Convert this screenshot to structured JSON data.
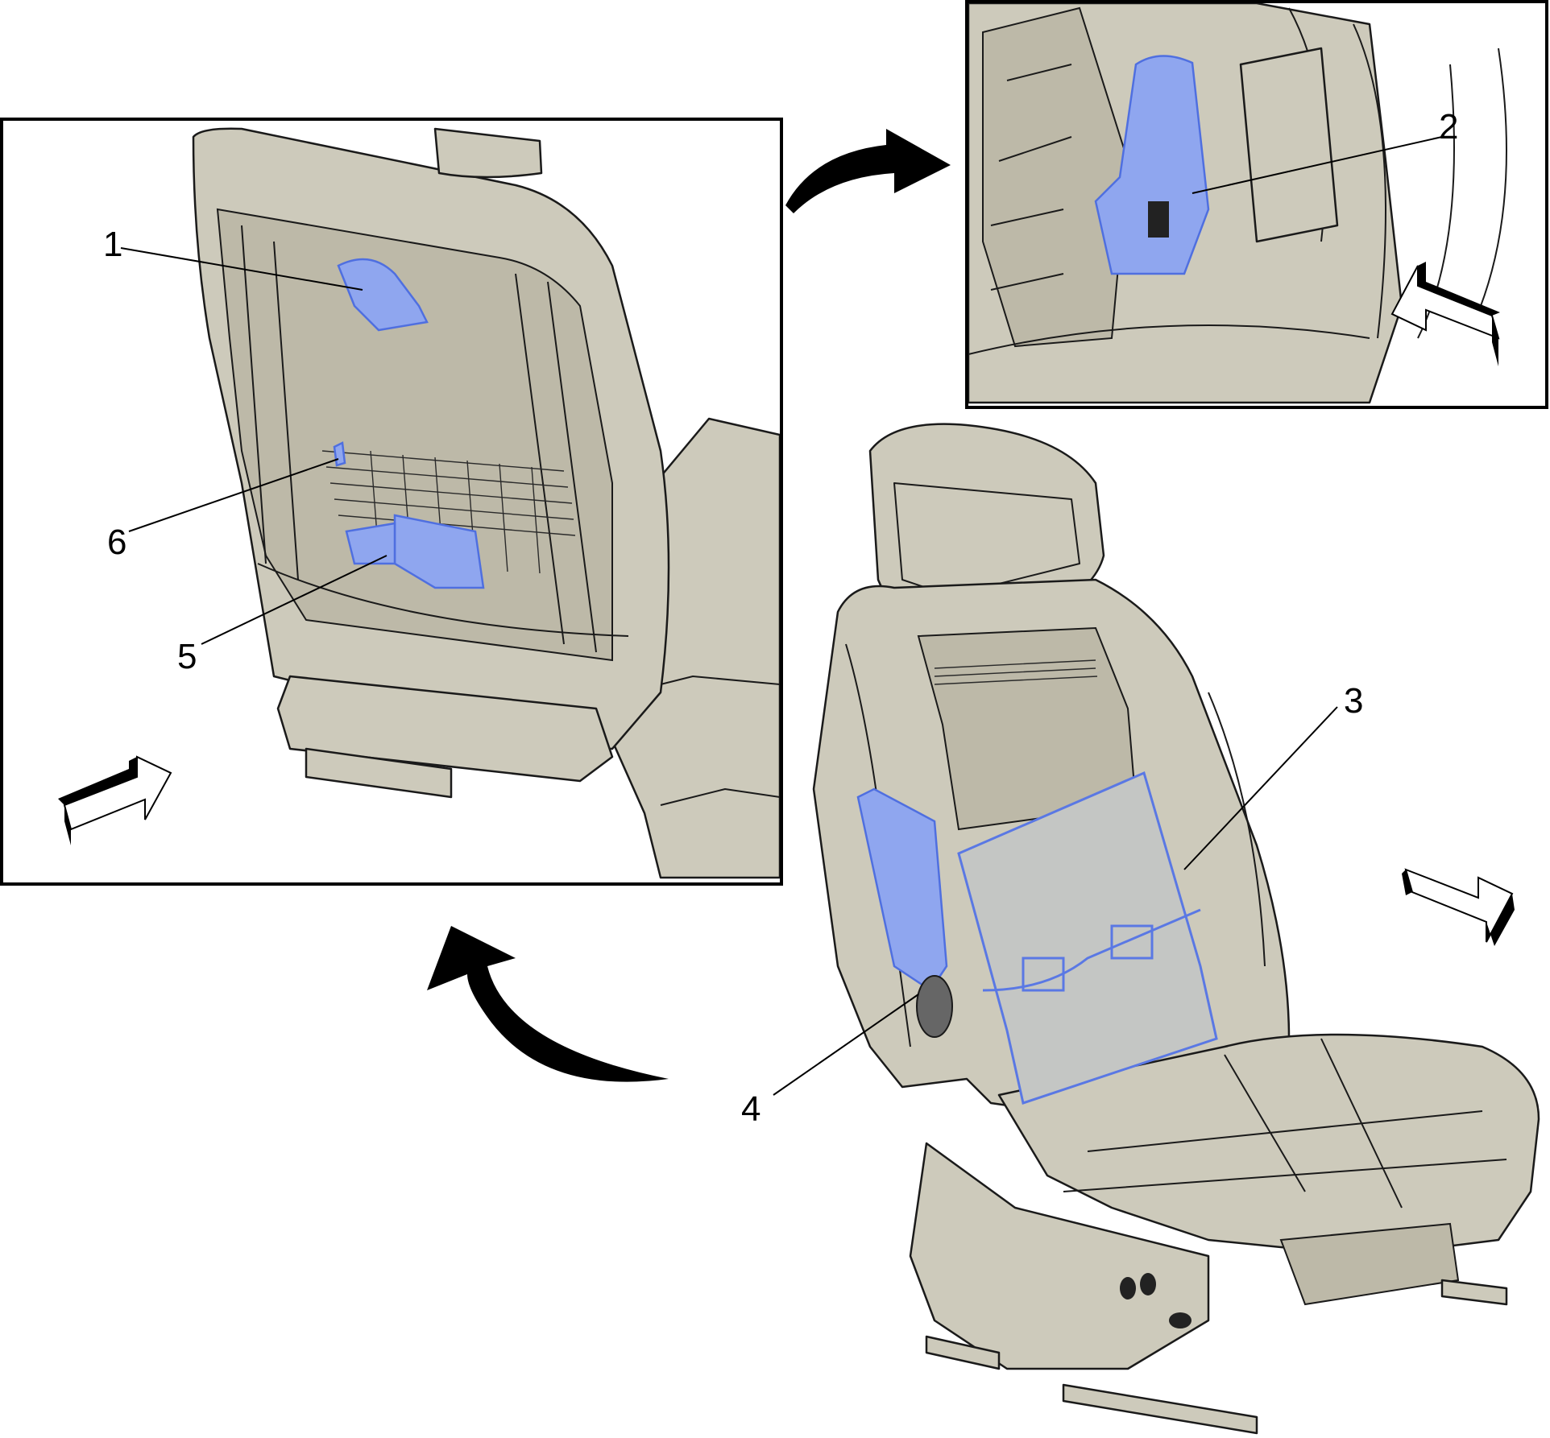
{
  "figure": {
    "callouts": [
      "1",
      "2",
      "3",
      "4",
      "5",
      "6"
    ]
  },
  "colors": {
    "seat_body": "#cdcabb",
    "highlight_blue": "#8fa6ef",
    "outline": "#1a1a1a",
    "arrow": "#000000"
  },
  "icons": {
    "view_arrows": [
      "view-direction-arrow-icon"
    ],
    "curved_arrows": [
      "curved-pointer-arrow-icon"
    ]
  }
}
